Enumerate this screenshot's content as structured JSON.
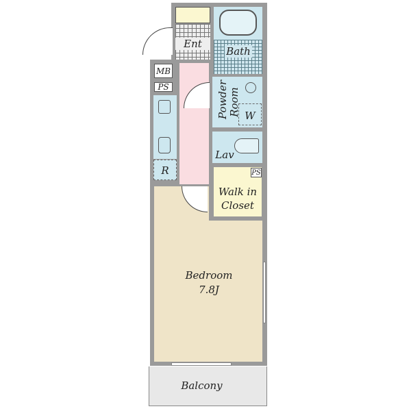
{
  "rooms": {
    "entrance": "Ent",
    "bath": "Bath",
    "meter_box": "MB",
    "pipe_space_1": "PS",
    "pipe_space_2": "PS",
    "refrigerator": "R",
    "powder_room_line1": "Powder",
    "powder_room_line2": "Room",
    "washer": "W",
    "lavatory": "Lav",
    "walk_in_closet_line1": "Walk in",
    "walk_in_closet_line2": "Closet",
    "bedroom": "Bedroom",
    "bedroom_size": "7.8J",
    "balcony": "Balcony"
  },
  "colors": {
    "wall": "#9a9a9a",
    "hallway": "#fadde1",
    "wet_area": "#cde7ef",
    "closet": "#fbf7d0",
    "bedroom": "#efe4c8",
    "balcony": "#e8e8e8"
  }
}
